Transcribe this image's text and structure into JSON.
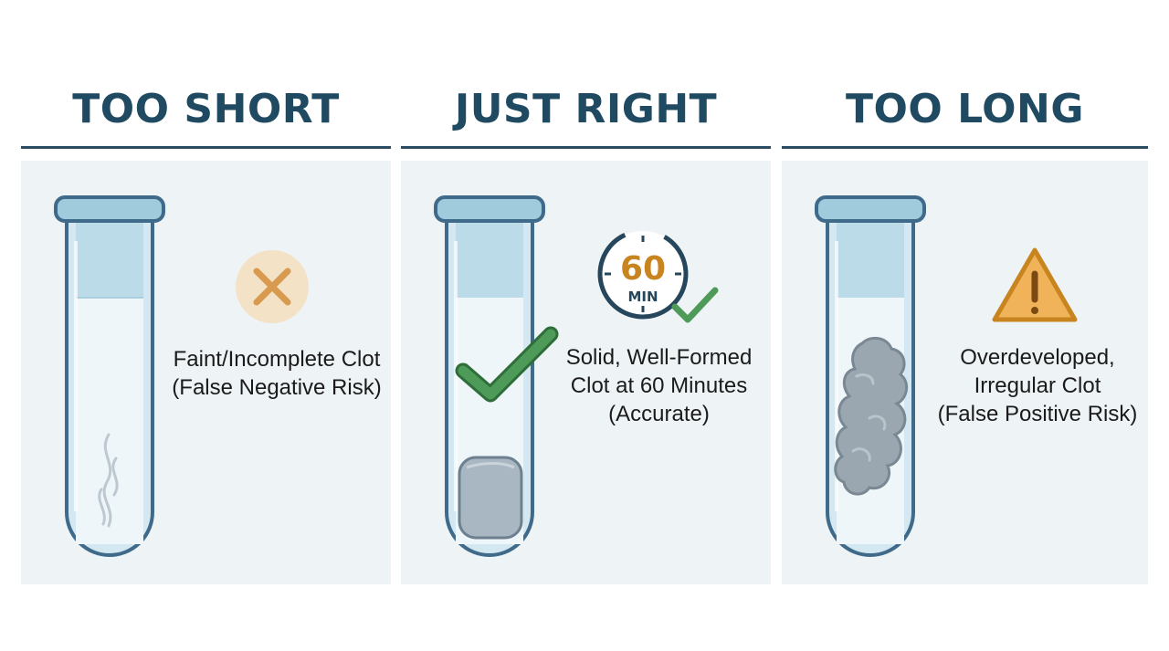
{
  "columns": [
    {
      "title": "TOO SHORT",
      "status_icon": "x-icon",
      "caption_lines": [
        "Faint/Incomplete Clot",
        "(False Negative Risk)"
      ]
    },
    {
      "title": "JUST RIGHT",
      "status_icon": "check-icon",
      "timer": {
        "value": "60",
        "unit": "MIN"
      },
      "caption_lines": [
        "Solid, Well-Formed",
        "Clot at 60 Minutes",
        "(Accurate)"
      ]
    },
    {
      "title": "TOO LONG",
      "status_icon": "warning-icon",
      "caption_lines": [
        "Overdeveloped,",
        "Irregular Clot",
        "(False Positive Risk)"
      ]
    }
  ],
  "colors": {
    "title": "#1f4a62",
    "rule": "#2b4d63",
    "panel": "#eef3f6",
    "tube_outline": "#3f6a8a",
    "tube_glass": "#bcdbe8",
    "check_green": "#4e9a58",
    "x_orange": "#d79a4e",
    "warning_orange": "#e9a84d",
    "timer_number": "#c8841f",
    "clot_gray": "#9aa6b0"
  }
}
